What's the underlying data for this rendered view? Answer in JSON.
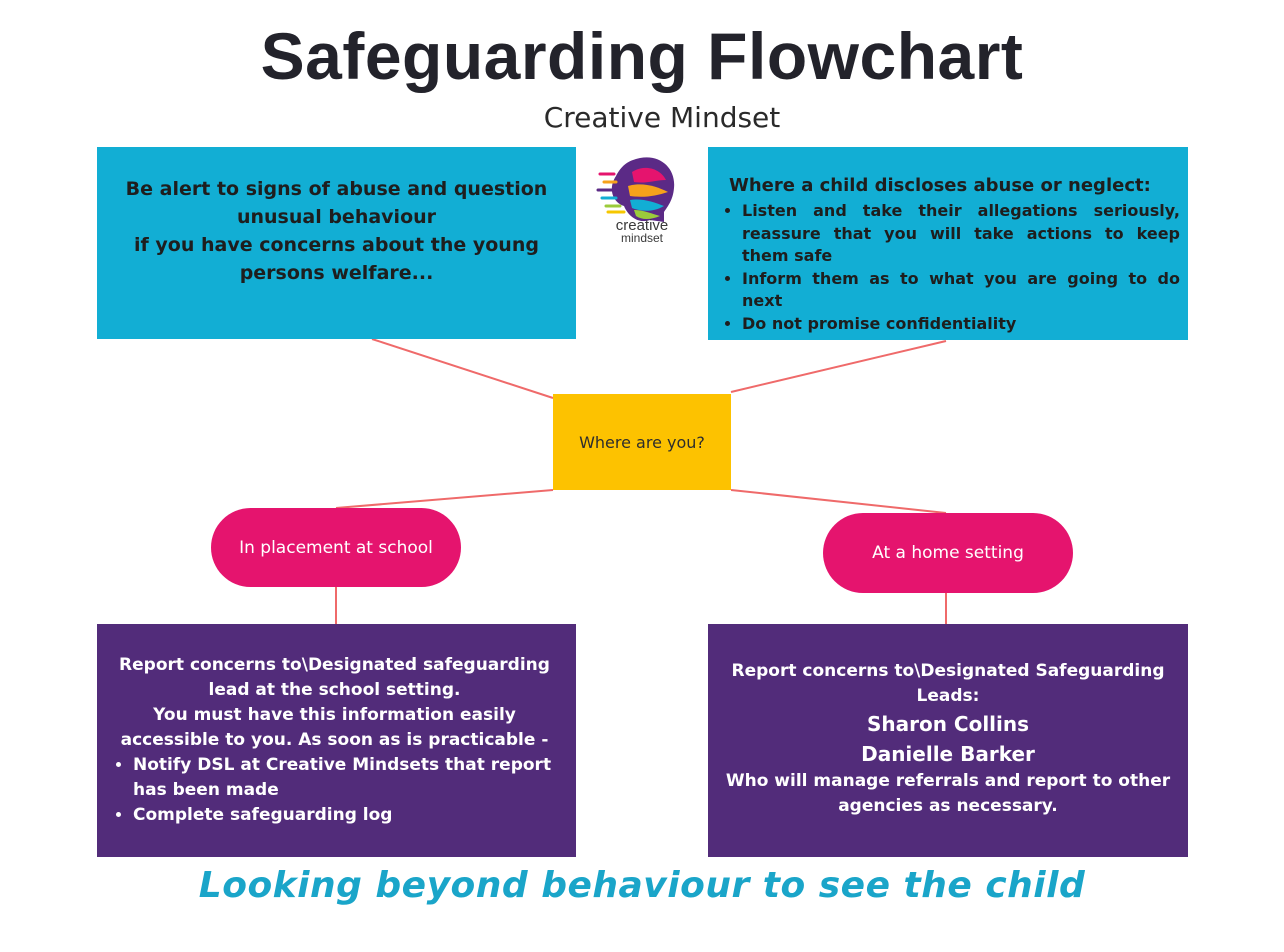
{
  "title": "Safeguarding Flowchart",
  "subtitle": "Creative Mindset",
  "logo": {
    "line1": "creative",
    "line2": "mindset",
    "icon": "colourful-head-logo"
  },
  "alert_box": {
    "lines": [
      "Be alert to signs of abuse and question",
      "unusual behaviour",
      "if you have concerns about the young",
      "persons welfare..."
    ]
  },
  "disclose_box": {
    "heading": "Where a child discloses abuse or neglect:",
    "bullets": [
      "Listen and take their allegations seriously, reassure that you will take actions to keep them safe",
      "Inform them as to what you are going to do next",
      "Do not promise confidentiality"
    ]
  },
  "center_node": {
    "label": "Where are you?"
  },
  "branch_school": {
    "label": "In placement at school"
  },
  "branch_home": {
    "label": "At a home setting"
  },
  "school_box": {
    "lines": [
      "Report concerns to\\Designated safeguarding",
      "lead at the school setting.",
      "You must have this information easily",
      "accessible to you. As soon as is practicable -"
    ],
    "bullets": [
      "Notify DSL at Creative Mindsets that report has been made",
      "Complete safeguarding log"
    ]
  },
  "home_box": {
    "line1": "Report concerns to\\Designated Safeguarding",
    "line2": "Leads:",
    "names": [
      "Sharon Collins",
      "Danielle Barker"
    ],
    "line3": "Who will manage referrals and report to other",
    "line4": "agencies as necessary."
  },
  "tagline": "Looking beyond behaviour to see the child",
  "colors": {
    "blue_box": "#12aed4",
    "purple_box": "#522c7a",
    "yellow_node": "#fdc200",
    "pink_pill": "#e5146e",
    "connector": "#ef6a6a",
    "tagline": "#1aa5c9"
  }
}
